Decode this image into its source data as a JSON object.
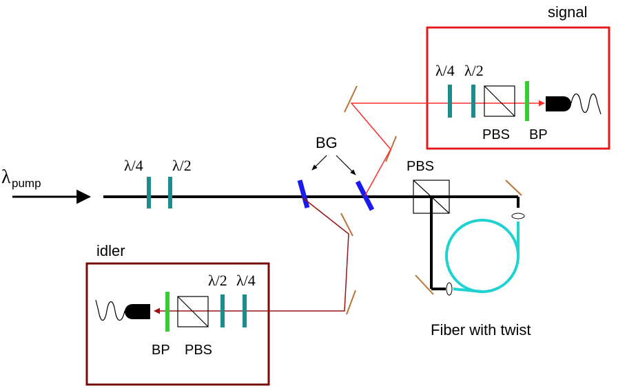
{
  "colors": {
    "beam": "#000000",
    "signal_box": "#e31a1c",
    "idler_box": "#7b0a0a",
    "signal_beam": "#ff2a2a",
    "idler_beam": "#9b1010",
    "waveplate": "#1d8c8c",
    "bandpass": "#33cc33",
    "grating": "#1a1aee",
    "mirror": "#b87333",
    "fiber": "#1fd2d2",
    "detector": "#000000"
  },
  "labels": {
    "signal": "signal",
    "idler": "idler",
    "pump": "λ",
    "pump_sub": "pump",
    "quarter_wave": "λ/4",
    "half_wave": "λ/2",
    "bg": "BG",
    "pbs": "PBS",
    "bp": "BP",
    "fiber": "Fiber with twist"
  },
  "icons": {
    "detector": "photodetector-icon",
    "signal_wave": "wave-icon",
    "mirror": "mirror-icon",
    "lens": "lens-icon"
  }
}
